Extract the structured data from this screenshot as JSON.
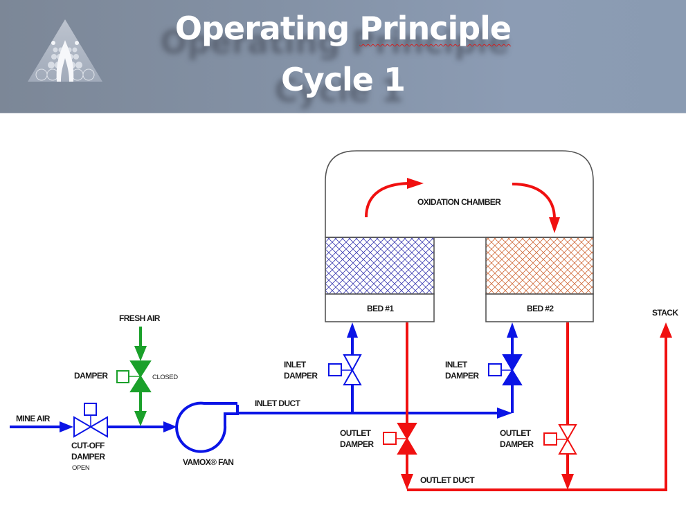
{
  "slide": {
    "title_line1": "Operating Principle",
    "title_line1_plain": "Operating ",
    "title_line1_misspelled": "Principle",
    "title_line2": "Cycle 1",
    "logo": "triangle-flame-logo-icon"
  },
  "diagram": {
    "colors": {
      "inlet_flow": "#0a14e6",
      "outlet_flow": "#f01010",
      "fresh_air": "#1aa02a",
      "structure": "#555555",
      "bed1_fill": "#3a3ab0",
      "bed2_fill": "#d06a3a"
    },
    "labels": {
      "oxidation_chamber": "OXIDATION CHAMBER",
      "bed1": "BED #1",
      "bed2": "BED #2",
      "stack": "STACK",
      "fresh_air": "FRESH AIR",
      "damper": "DAMPER",
      "closed": "CLOSED",
      "mine_air": "MINE AIR",
      "cutoff_line1": "CUT-OFF",
      "cutoff_line2": "DAMPER",
      "open": "OPEN",
      "fan": "VAMOX® FAN",
      "inlet_duct": "INLET DUCT",
      "outlet_duct": "OUTLET DUCT",
      "inlet_damper1_line1": "INLET",
      "inlet_damper1_line2": "DAMPER",
      "inlet_damper2_line1": "INLET",
      "inlet_damper2_line2": "DAMPER",
      "outlet_damper1_line1": "OUTLET",
      "outlet_damper1_line2": "DAMPER",
      "outlet_damper2_line1": "OUTLET",
      "outlet_damper2_line2": "DAMPER"
    },
    "valve_states": {
      "fresh_air_damper": "closed",
      "cutoff_damper": "open",
      "inlet_damper_bed1": "open",
      "inlet_damper_bed2": "closed",
      "outlet_damper_bed1": "closed",
      "outlet_damper_bed2": "open"
    }
  }
}
